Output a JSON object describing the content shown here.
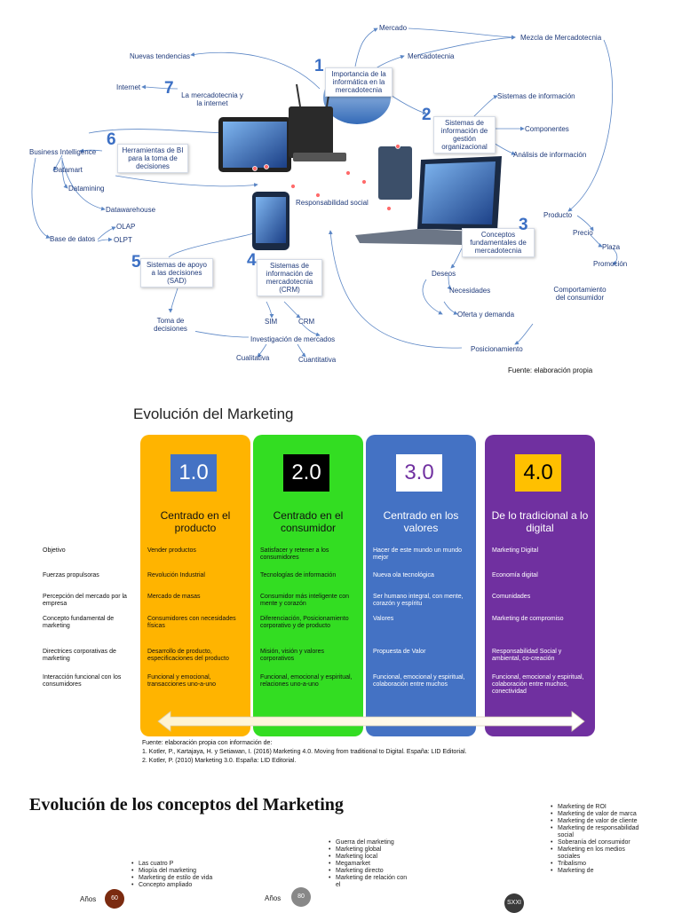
{
  "mindmap": {
    "nodes": {
      "mercado": "Mercado",
      "mezcla": "Mezcla de Mercadotecnia",
      "mercadotecnia": "Mercadotecnia",
      "nuevas_tendencias": "Nuevas tendencias",
      "importancia": "Importancia de la informática en la mercadotecnia",
      "internet": "Internet",
      "mkt_internet": "La mercadotecnia y la internet",
      "sistemas_info": "Sistemas de información",
      "sig": "Sistemas de información de gestión organizacional",
      "componentes": "Componentes",
      "analisis": "Análisis de información",
      "business_intel": "Business Intelligence",
      "herramientas_bi": "Herramientas de BI para la toma de decisiones",
      "datamart": "Datamart",
      "datamining": "Datamining",
      "datawarehouse": "Datawarehouse",
      "resp_social": "Responsabilidad social",
      "producto": "Producto",
      "olap": "OLAP",
      "base_datos": "Base de datos",
      "olpt": "OLPT",
      "conceptos": "Conceptos fundamentales de mercadotecnia",
      "precio": "Precio",
      "plaza": "Plaza",
      "promocion": "Promoción",
      "sad": "Sistemas de apoyo a las decisiones (SAD)",
      "crm_sys": "Sistemas de información de mercadotecnia (CRM)",
      "deseos": "Deseos",
      "necesidades": "Necesidades",
      "comportamiento": "Comportamiento del consumidor",
      "oferta": "Oferta y demanda",
      "sim": "SIM",
      "crm": "CRM",
      "toma": "Toma de decisiones",
      "investigacion": "Investigación de mercados",
      "posicionamiento": "Posicionamiento",
      "cualitativa": "Cualitativa",
      "cuantitativa": "Cuantitativa"
    },
    "numbers": [
      "1",
      "2",
      "3",
      "4",
      "5",
      "6",
      "7"
    ],
    "source": "Fuente: elaboración propia",
    "colors": {
      "text": "#1f3a7a",
      "numbers": "#3b6fc4",
      "lines": "#5b86c5"
    }
  },
  "evolution": {
    "title": "Evolución del Marketing",
    "row_labels": [
      "Objetivo",
      "Fuerzas propulsoras",
      "Percepción del mercado por la empresa",
      "Concepto fundamental de marketing",
      "Directrices corporativas de marketing",
      "Interacción funcional con los consumidores"
    ],
    "columns": [
      {
        "version": "1.0",
        "header": "Centrado en el producto",
        "color": "#ffb400",
        "version_bg": "#4472c4",
        "version_fg": "#ffffff",
        "cells": [
          "Vender productos",
          "Revolución Industrial",
          "Mercado de masas",
          "Consumidores con necesidades físicas",
          "Desarrollo de producto, especificaciones del producto",
          "Funcional y emocional, transacciones uno-a-uno"
        ]
      },
      {
        "version": "2.0",
        "header": "Centrado en el consumidor",
        "color": "#33dd22",
        "version_bg": "#000000",
        "version_fg": "#ffffff",
        "cells": [
          "Satisfacer y retener a los consumidores",
          "Tecnologías de información",
          "Consumidor más inteligente con mente y corazón",
          "Diferenciación, Posicionamiento corporativo y de producto",
          "Misión, visión y valores corporativos",
          "Funcional, emocional y espiritual, relaciones uno-a-uno"
        ]
      },
      {
        "version": "3.0",
        "header": "Centrado en los valores",
        "color": "#4472c4",
        "version_bg": "#ffffff",
        "version_fg": "#7030a0",
        "cells": [
          "Hacer de este mundo un mundo mejor",
          "Nueva ola tecnológica",
          "Ser humano integral, con mente, corazón y espíritu",
          "Valores",
          "Propuesta de Valor",
          "Funcional, emocional y espiritual, colaboración entre muchos"
        ]
      },
      {
        "version": "4.0",
        "header": "De lo tradicional a lo digital",
        "color": "#7030a0",
        "version_bg": "#ffc000",
        "version_fg": "#000000",
        "cells": [
          "Marketing Digital",
          "Economía digital",
          "Comunidades",
          "Marketing de compromiso",
          "Responsabilidad Social y ambiental, co-creación",
          "Funcional, emocional y espiritual, colaboración entre muchos, conectividad"
        ]
      }
    ],
    "source_lines": [
      "Fuente: elaboración propia con información de:",
      "1. Kotler, P., Kartajaya, H. y Setiawan, I. (2016) Marketing 4.0. Moving from traditional to Digital. España: LID Editorial.",
      "2. Kotler, P. (2010) Marketing 3.0. España: LID Editorial."
    ]
  },
  "concepts": {
    "title": "Evolución de los conceptos del Marketing",
    "periods": [
      {
        "label": "Años",
        "badge": "60",
        "color": "#7b2b10",
        "items": [
          "Las cuatro P",
          "Miopía del marketing",
          "Marketing de estilo de vida",
          "Concepto ampliado"
        ]
      },
      {
        "label": "Años",
        "badge": "80",
        "color": "#888888",
        "items": [
          "Guerra del marketing",
          "Marketing global",
          "Marketing local",
          "Megamarket",
          "Marketing directo",
          "Marketing de relación con el"
        ]
      },
      {
        "label": "",
        "badge": "SXXI",
        "color": "#3a3a3a",
        "items": [
          "Marketing de ROI",
          "Marketing de valor de marca",
          "Marketing de valor de cliente",
          "Marketing de responsabilidad social",
          "Soberanía del consumidor",
          "Marketing en los medios sociales",
          "Tribalismo",
          "Marketing de"
        ]
      }
    ]
  }
}
